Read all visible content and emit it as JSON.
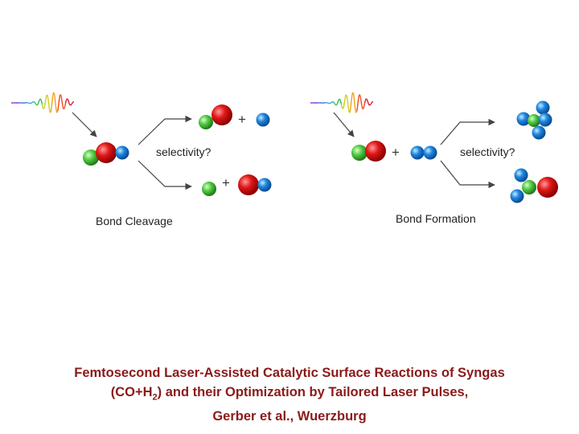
{
  "diagram": {
    "left_panel": {
      "selectivity_label": "selectivity?",
      "plus_top": "+",
      "plus_bottom": "+",
      "caption": "Bond Cleavage"
    },
    "right_panel": {
      "selectivity_label": "selectivity?",
      "plus_reactant": "+",
      "caption": "Bond Formation"
    }
  },
  "atom_colors": {
    "red": "#dd1111",
    "green": "#55cc44",
    "blue": "#1e88e0"
  },
  "caption": {
    "line1": "Femtosecond Laser-Assisted Catalytic Surface Reactions of Syngas",
    "line2_prefix": "(CO+H",
    "line2_sub": "2",
    "line2_suffix": ") and their Optimization by Tailored Laser Pulses,",
    "line3": "Gerber et al., Wuerzburg"
  }
}
